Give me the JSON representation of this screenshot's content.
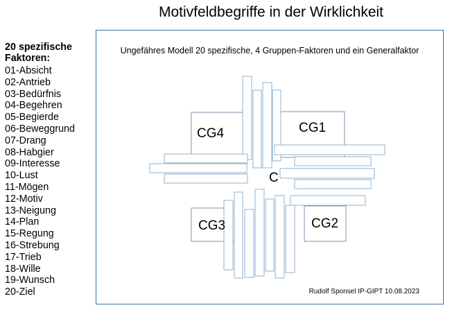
{
  "title": "Motivfeldbegriffe in der Wirklichkeit",
  "sidebar": {
    "heading_line1": "20 spezifische",
    "heading_line2": "Faktoren:",
    "factors": [
      "01-Absicht",
      "02-Antrieb",
      "03-Bedürfnis",
      "04-Begehren",
      "05-Begierde",
      "06-Beweggrund",
      "07-Drang",
      "08-Habgier",
      "09-Interesse",
      "10-Lust",
      "11-Mögen",
      "12-Motiv",
      "13-Neigung",
      "14-Plan",
      "15-Regung",
      "16-Strebung",
      "17-Trieb",
      "18-Wille",
      "19-Wunsch",
      "20-Ziel"
    ]
  },
  "diagram": {
    "subtitle": "Ungefähres Modell 20 spezifische, 4 Gruppen-Faktoren und ein Generalfaktor",
    "credit": "Rudolf Sponsel IP-GIPT 10.08.2023",
    "labels": {
      "cg1": "CG1",
      "cg2": "CG2",
      "cg3": "CG3",
      "cg4": "CG4",
      "general": "C"
    },
    "colors": {
      "frame": "#3f6f9f",
      "group_box_stroke": "#7b93ab",
      "bar_stroke": "#8fb1cf"
    }
  }
}
